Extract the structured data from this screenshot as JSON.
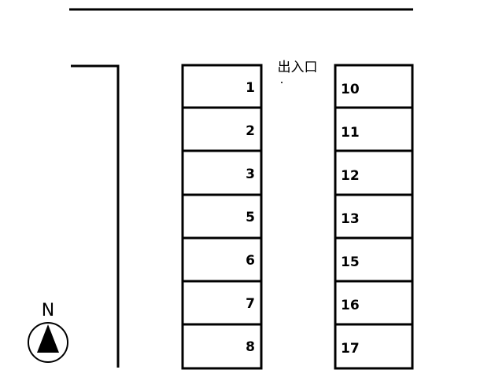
{
  "entrance": {
    "label": "出入口"
  },
  "north": {
    "label": "N"
  },
  "left_row": {
    "spaces": [
      {
        "number": "1"
      },
      {
        "number": "2"
      },
      {
        "number": "3"
      },
      {
        "number": "5"
      },
      {
        "number": "6"
      },
      {
        "number": "7"
      },
      {
        "number": "8"
      }
    ]
  },
  "right_row": {
    "spaces": [
      {
        "number": "10"
      },
      {
        "number": "11"
      },
      {
        "number": "12"
      },
      {
        "number": "13"
      },
      {
        "number": "15"
      },
      {
        "number": "16"
      },
      {
        "number": "17"
      }
    ]
  },
  "colors": {
    "line": "#000000",
    "background": "#ffffff"
  }
}
